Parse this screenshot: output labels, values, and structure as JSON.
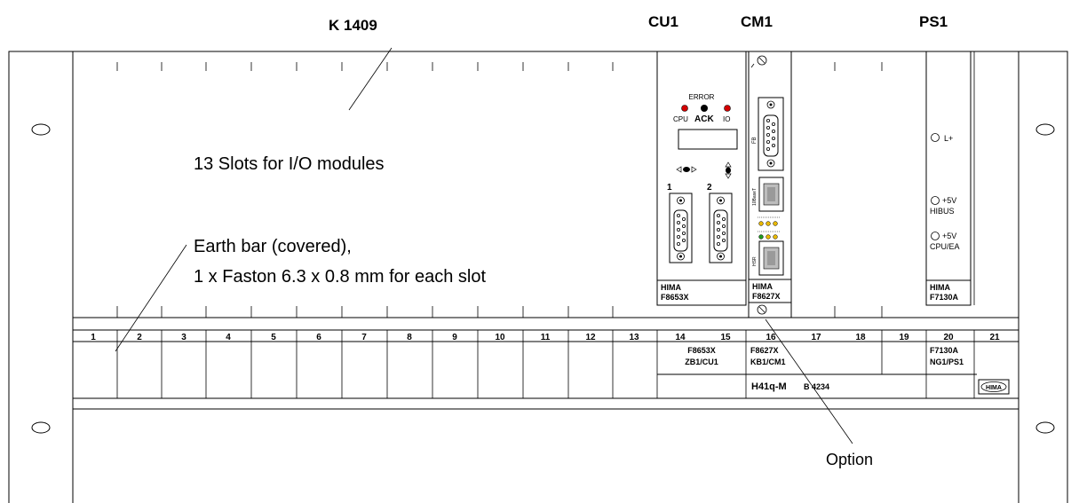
{
  "headers": {
    "rack": "K 1409",
    "cu": "CU1",
    "cm": "CM1",
    "ps": "PS1"
  },
  "annotations": {
    "slots_text": "13 Slots for I/O modules",
    "earth_line1": "Earth bar (covered),",
    "earth_line2": "1 x Faston 6.3 x 0.8 mm for each slot",
    "option": "Option"
  },
  "cpu_module": {
    "error": "ERROR",
    "cpu": "CPU",
    "ack": "ACK",
    "io": "IO",
    "port1": "1",
    "port2": "2",
    "brand": "HIMA",
    "model": "F8653X"
  },
  "comm_module": {
    "fb": "FB",
    "eth": "10BaseT",
    "hsr": "HSR",
    "brand": "HIMA",
    "model": "F8627X"
  },
  "ps_module": {
    "lplus": "L+",
    "v5a": "+5V",
    "hibus": "HIBUS",
    "v5b": "+5V",
    "cpuea": "CPU/EA",
    "brand": "HIMA",
    "model": "F7130A"
  },
  "slot_numbers": [
    "1",
    "2",
    "3",
    "4",
    "5",
    "6",
    "7",
    "8",
    "9",
    "10",
    "11",
    "12",
    "13",
    "14",
    "15",
    "16",
    "17",
    "18",
    "19",
    "20",
    "21"
  ],
  "slot_labels": {
    "cu_a": "F8653X",
    "cu_b": "ZB1/CU1",
    "cm_a": "F8627X",
    "cm_b": "KB1/CM1",
    "ps_a": "F7130A",
    "ps_b": "NG1/PS1"
  },
  "bottom_labels": {
    "rack_type": "H41q-M",
    "code": "B 4234",
    "logo": "HIMA"
  }
}
